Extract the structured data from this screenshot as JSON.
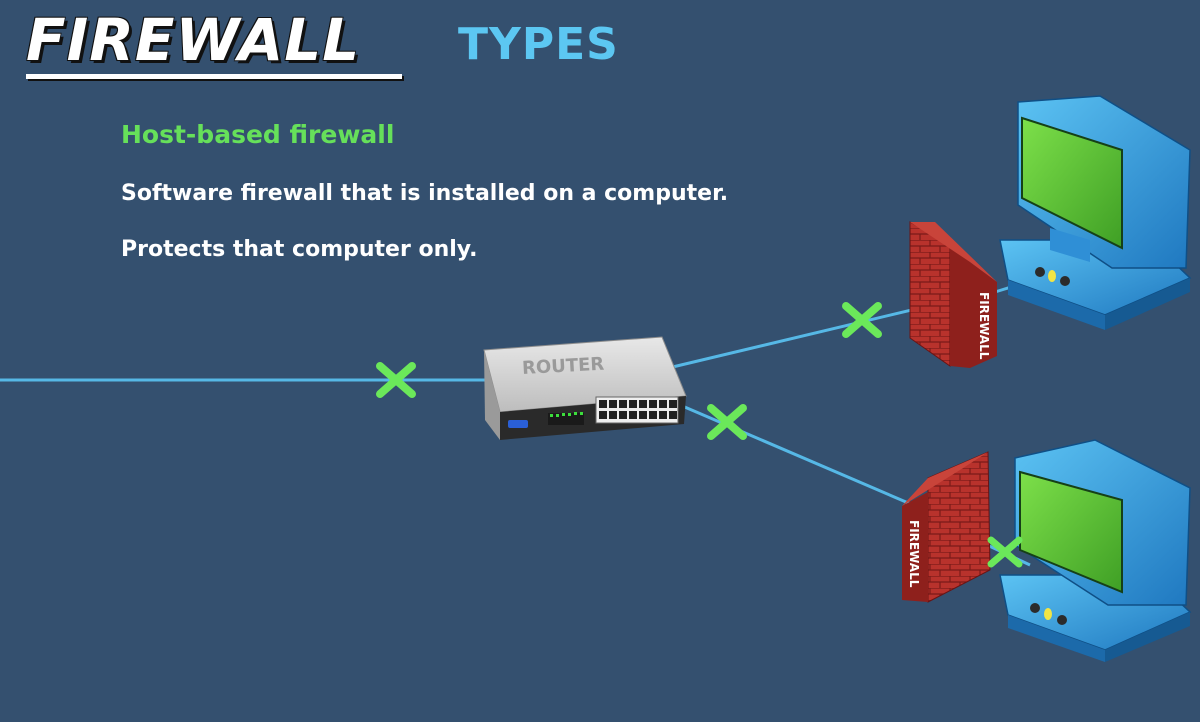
{
  "title": {
    "main": "FIREWALL",
    "sub": "TYPES"
  },
  "subtitle": "Host-based firewall",
  "descriptions": [
    "Software firewall that is installed on a computer.",
    "Protects that computer only."
  ],
  "diagram": {
    "router_label": "ROUTER",
    "firewall_label": "FIREWALL",
    "icons": [
      "router-icon",
      "firewall-icon",
      "computer-icon",
      "packet-x-icon"
    ],
    "colors": {
      "background": "#34506f",
      "link": "#56b8e6",
      "packet": "#6be85a",
      "firewall": "#b8322c",
      "computer": "#2f9be0",
      "screen": "#62c93a",
      "accent_title": "#5cc7f2",
      "accent_subtitle": "#66e05a"
    }
  }
}
